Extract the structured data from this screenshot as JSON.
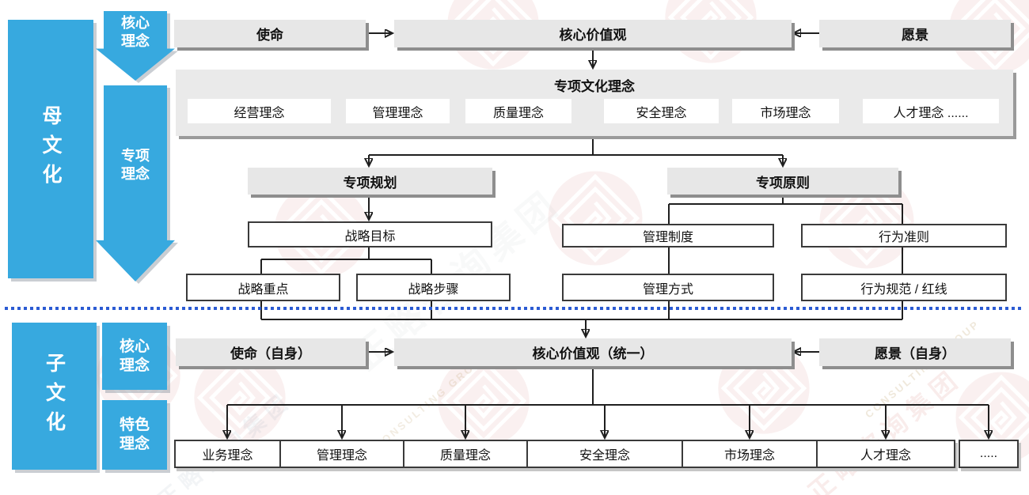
{
  "palette": {
    "blue": "#37A9DF",
    "gray_box": "#E7E7E7",
    "gray_shadow": "#8E8E8E",
    "line_black": "#1f1f1f",
    "divider_blue": "#2B5BD3",
    "watermark_red": "#C4564E"
  },
  "left_rail": {
    "parent_bar": "母文化",
    "core_arrow": "核心理念",
    "special_arrow": "专项理念",
    "child_bar": "子文化",
    "core_tag": "核心理念",
    "feature_tag": "特色理念"
  },
  "parent_section": {
    "mission": "使命",
    "core_values": "核心价值观",
    "vision": "愿景",
    "special": {
      "title": "专项文化理念",
      "items": [
        "经营理念",
        "管理理念",
        "质量理念",
        "安全理念",
        "市场理念",
        "人才理念  ......"
      ]
    },
    "planning": "专项规划",
    "goal": "战略目标",
    "focus": "战略重点",
    "steps": "战略步骤",
    "principles": "专项原则",
    "mgmt_system": "管理制度",
    "mgmt_mode": "管理方式",
    "conduct_code": "行为准则",
    "conduct_norms": "行为规范 / 红线"
  },
  "child_section": {
    "mission": "使命（自身）",
    "core_values": "核心价值观（统一）",
    "vision": "愿景（自身）",
    "items": [
      "业务理念",
      "管理理念",
      "质量理念",
      "安全理念",
      "市场理念",
      "人才理念",
      "....."
    ]
  },
  "watermark": {
    "text": "正略咨询集团",
    "text_en": "CONSULTING GROUP"
  }
}
